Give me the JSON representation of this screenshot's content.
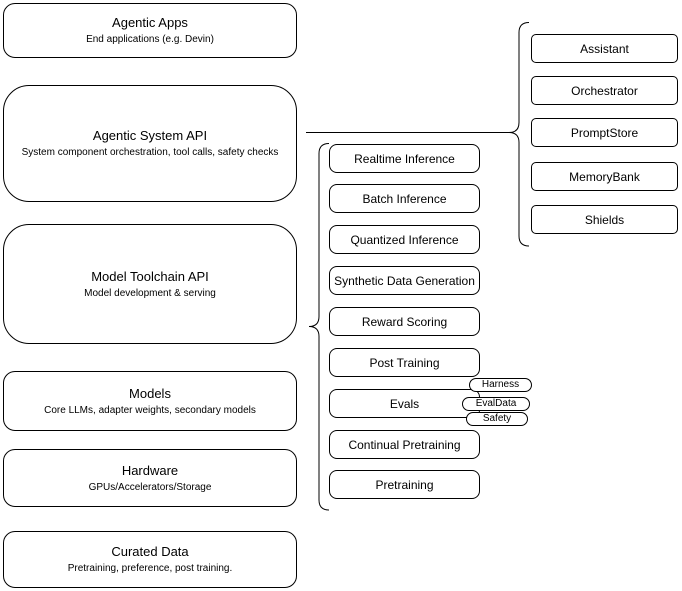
{
  "diagram": {
    "left": [
      {
        "title": "Agentic Apps",
        "subtitle": "End applications (e.g. Devin)"
      },
      {
        "title": "Agentic System API",
        "subtitle": "System component orchestration, tool calls, safety checks"
      },
      {
        "title": "Model Toolchain API",
        "subtitle": "Model development & serving"
      },
      {
        "title": "Models",
        "subtitle": "Core LLMs, adapter weights, secondary models"
      },
      {
        "title": "Hardware",
        "subtitle": "GPUs/Accelerators/Storage"
      },
      {
        "title": "Curated Data",
        "subtitle": "Pretraining, preference, post training."
      }
    ],
    "middle": [
      "Realtime Inference",
      "Batch Inference",
      "Quantized Inference",
      "Synthetic Data Generation",
      "Reward Scoring",
      "Post Training",
      "Evals",
      "Continual Pretraining",
      "Pretraining"
    ],
    "eval_pills": [
      "Harness",
      "EvalData",
      "Safety"
    ],
    "right": [
      "Assistant",
      "Orchestrator",
      "PromptStore",
      "MemoryBank",
      "Shields"
    ],
    "colors": {
      "stroke": "#000000",
      "fill": "#ffffff",
      "text": "#000000"
    }
  }
}
